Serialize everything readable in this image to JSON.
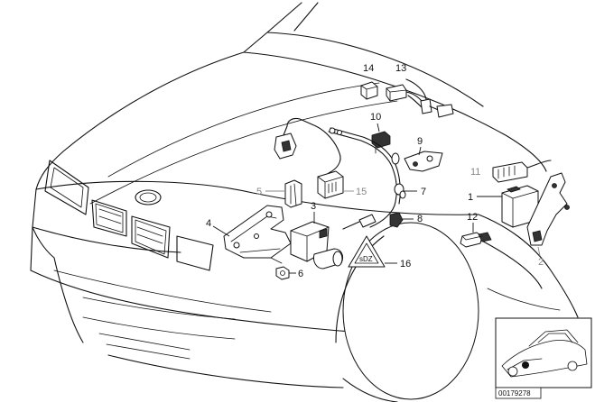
{
  "callouts": {
    "c1": "1",
    "c2": "2",
    "c3": "3",
    "c4": "4",
    "c5": "5",
    "c6": "6",
    "c7": "7",
    "c8": "8",
    "c9": "9",
    "c10": "10",
    "c11": "11",
    "c12": "12",
    "c13": "13",
    "c14": "14",
    "c15": "15",
    "c16": "16"
  },
  "grey_callouts": [
    "2",
    "5",
    "11",
    "15"
  ],
  "colors": {
    "line": "#111111",
    "grey_label": "#888888",
    "background": "#ffffff"
  },
  "document_id": "00179278"
}
